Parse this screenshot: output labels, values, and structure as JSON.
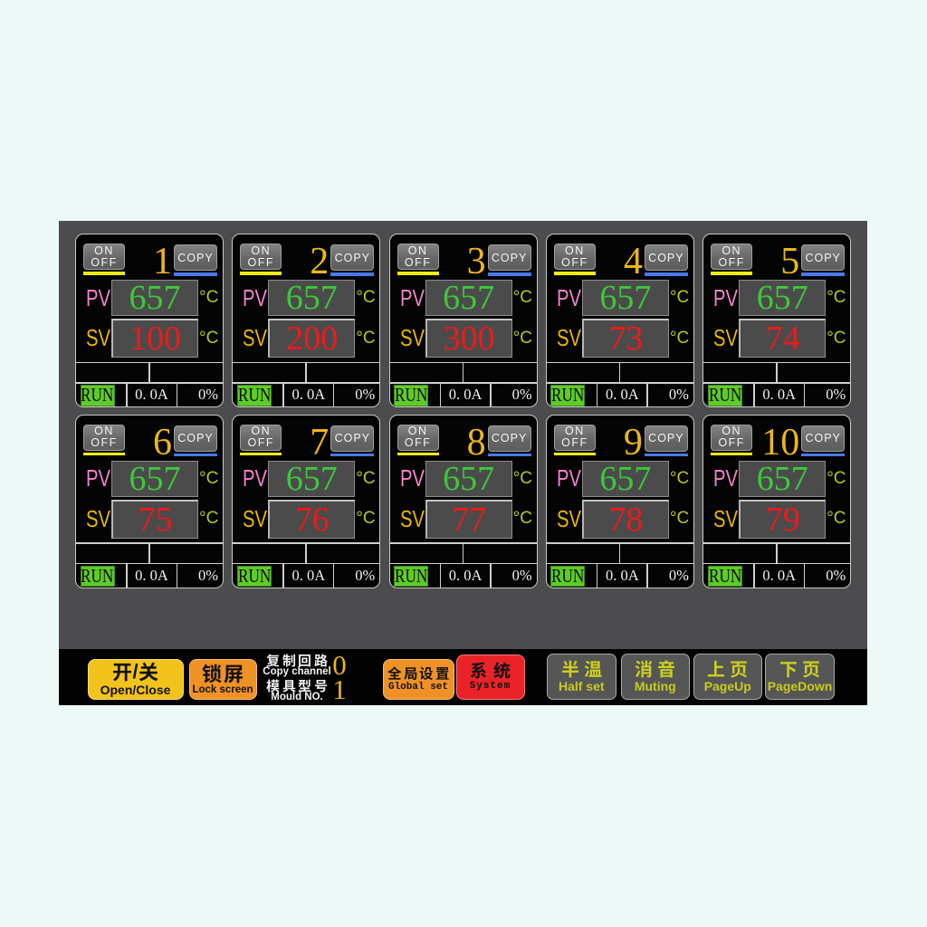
{
  "screen": {
    "title": "Hot runner temperature controller channel overview",
    "background_color": "#ecf9f7",
    "panel_color": "#4c4c4e"
  },
  "colors": {
    "pv_value": "#3ec83a",
    "sv_value": "#ee1a1a",
    "pv_label": "#f083c9",
    "sv_label": "#e9b602",
    "unit": "#b5c91d",
    "channel_number": "#e7ae1c",
    "run_badge": "#5ecb28",
    "onoff_underline": "#efef10",
    "copy_underline": "#4a79e8",
    "open_close_button": "#f2c31d",
    "lock_screen_button": "#ef9225",
    "global_set_button": "#ef9225",
    "system_button": "#ea2328",
    "gray_button_text": "#ccd01f"
  },
  "card_ui": {
    "on": "ON",
    "off": "OFF",
    "copy": "COPY",
    "pv": "PV",
    "sv": "SV",
    "unit": "°C"
  },
  "channels": [
    {
      "number": "1",
      "pv": "657",
      "sv": "100",
      "status": "RUN",
      "current": "0. 0A",
      "output": "0%"
    },
    {
      "number": "2",
      "pv": "657",
      "sv": "200",
      "status": "RUN",
      "current": "0. 0A",
      "output": "0%"
    },
    {
      "number": "3",
      "pv": "657",
      "sv": "300",
      "status": "RUN",
      "current": "0. 0A",
      "output": "0%"
    },
    {
      "number": "4",
      "pv": "657",
      "sv": "73",
      "status": "RUN",
      "current": "0. 0A",
      "output": "0%"
    },
    {
      "number": "5",
      "pv": "657",
      "sv": "74",
      "status": "RUN",
      "current": "0. 0A",
      "output": "0%"
    },
    {
      "number": "6",
      "pv": "657",
      "sv": "75",
      "status": "RUN",
      "current": "0. 0A",
      "output": "0%"
    },
    {
      "number": "7",
      "pv": "657",
      "sv": "76",
      "status": "RUN",
      "current": "0. 0A",
      "output": "0%"
    },
    {
      "number": "8",
      "pv": "657",
      "sv": "77",
      "status": "RUN",
      "current": "0. 0A",
      "output": "0%"
    },
    {
      "number": "9",
      "pv": "657",
      "sv": "78",
      "status": "RUN",
      "current": "0. 0A",
      "output": "0%"
    },
    {
      "number": "10",
      "pv": "657",
      "sv": "79",
      "status": "RUN",
      "current": "0. 0A",
      "output": "0%"
    }
  ],
  "bottom_bar": {
    "open_close": {
      "zh": "开/关",
      "en": "Open/Close"
    },
    "lock_screen": {
      "zh": "锁屏",
      "en": "Lock screen"
    },
    "copy_channel": {
      "zh": "复制回路",
      "en": "Copy channel",
      "value": "0"
    },
    "mould_no": {
      "zh": "模具型号",
      "en": "Mould NO.",
      "value": "1"
    },
    "global_set": {
      "zh": "全局设置",
      "en": "Global set"
    },
    "system": {
      "zh": "系统",
      "en": "System"
    },
    "half_set": {
      "zh": "半温",
      "en": "Half set"
    },
    "muting": {
      "zh": "消音",
      "en": "Muting"
    },
    "page_up": {
      "zh": "上页",
      "en": "PageUp"
    },
    "page_down": {
      "zh": "下页",
      "en": "PageDown"
    }
  }
}
